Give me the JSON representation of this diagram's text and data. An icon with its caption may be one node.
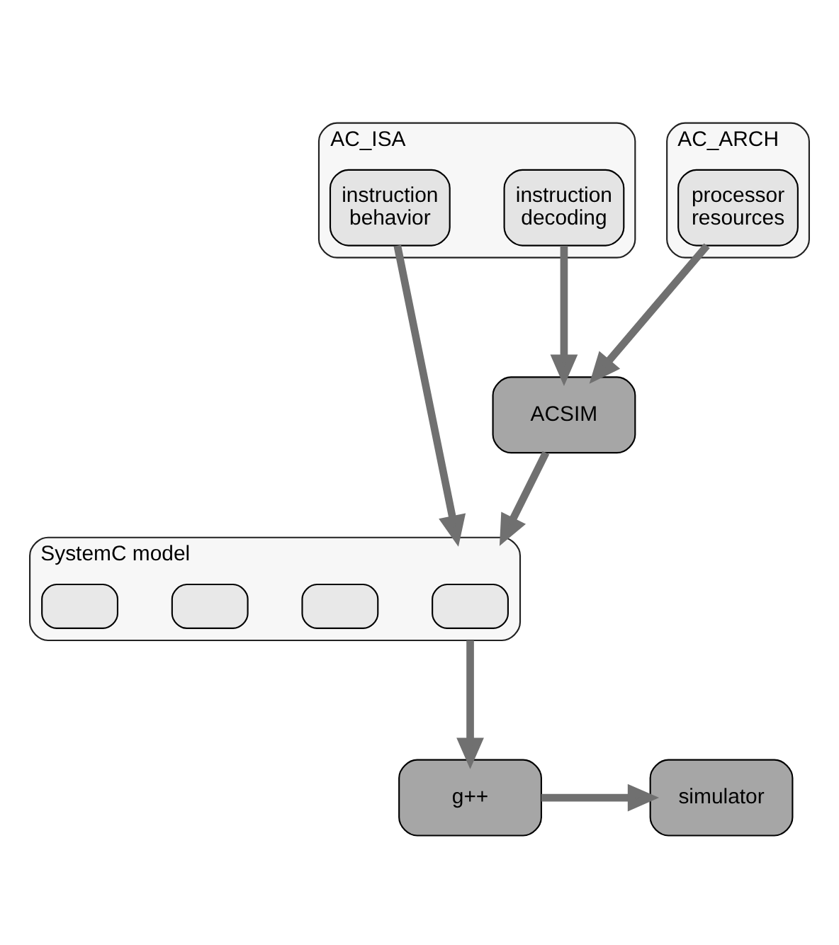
{
  "diagram": {
    "nodes": [
      {
        "text": [
          "AC_ISA"
        ]
      },
      {
        "text": [
          "instruction behavior"
        ],
        "in": 0
      },
      {
        "text": [
          "instruction decoding"
        ],
        "in": 0
      },
      {
        "text": [
          "AC_ARCH"
        ]
      },
      {
        "text": [
          "processor resources"
        ],
        "in": 3
      },
      {
        "text": [
          "ACSIM"
        ]
      },
      {
        "text": [
          "SystemC model"
        ]
      },
      {
        "text": [],
        "shape": "box",
        "in": 6
      },
      {
        "text": [],
        "shape": "box",
        "in": 6
      },
      {
        "text": [],
        "shape": "box",
        "in": 6
      },
      {
        "text": [],
        "shape": "box",
        "in": 6
      },
      {
        "text": [
          "g++"
        ]
      },
      {
        "text": [
          "simulator"
        ]
      }
    ],
    "edges": [
      {
        "from": 1,
        "to": 6,
        "arrow": "to"
      },
      {
        "from": 2,
        "to": 5,
        "arrow": "to"
      },
      {
        "from": 4,
        "to": 5,
        "arrow": "to"
      },
      {
        "from": 5,
        "to": 6,
        "arrow": "to"
      },
      {
        "from": 6,
        "to": 11,
        "arrow": "to"
      },
      {
        "from": 11,
        "to": 12,
        "arrow": "to"
      }
    ]
  }
}
